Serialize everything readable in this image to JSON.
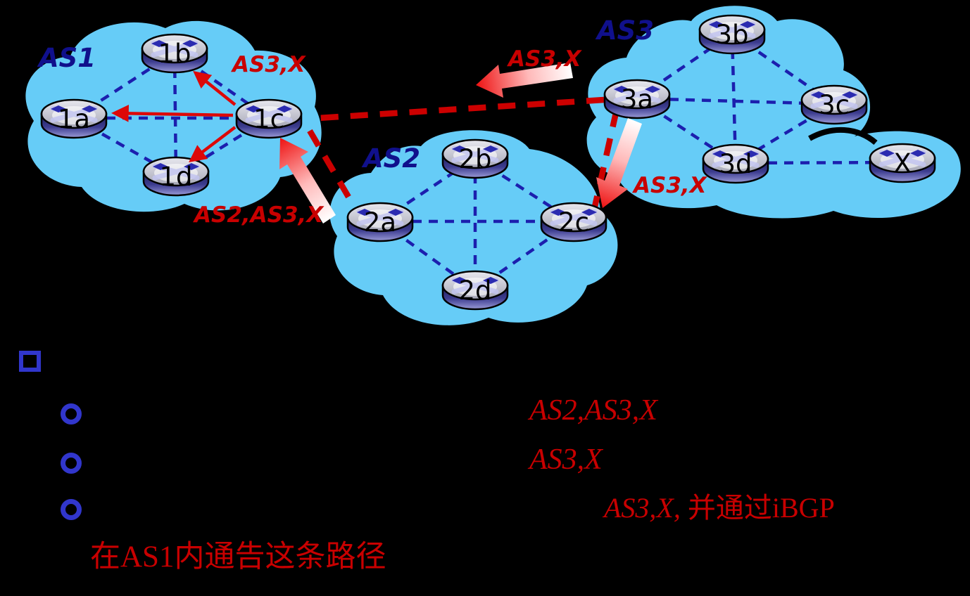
{
  "slide": {
    "background": "#000000"
  },
  "colors": {
    "cloud_fill": "#66ccf7",
    "ibgp_link_blue": "#1c1fae",
    "ebgp_dashed_red": "#cc0000",
    "advert_arrow_red": "#ee1111",
    "as_label_navy": "#10108c",
    "route_label_red": "#c80000",
    "bullet_blue": "#3136cc"
  },
  "diagram": {
    "as1": {
      "label": "AS1"
    },
    "as2": {
      "label": "AS2"
    },
    "as3": {
      "label": "AS3"
    },
    "routers": [
      {
        "id": "1a",
        "label": "1a"
      },
      {
        "id": "1b",
        "label": "1b"
      },
      {
        "id": "1c",
        "label": "1c"
      },
      {
        "id": "1d",
        "label": "1d"
      },
      {
        "id": "2a",
        "label": "2a"
      },
      {
        "id": "2b",
        "label": "2b"
      },
      {
        "id": "2c",
        "label": "2c"
      },
      {
        "id": "2d",
        "label": "2d"
      },
      {
        "id": "3a",
        "label": "3a"
      },
      {
        "id": "3b",
        "label": "3b"
      },
      {
        "id": "3c",
        "label": "3c"
      },
      {
        "id": "3d",
        "label": "3d"
      },
      {
        "id": "x",
        "label": "X"
      }
    ],
    "route_labels": {
      "near_1b": "AS3,X",
      "top_center": "AS3,X",
      "near_2c": "AS3,X",
      "near_1c": "AS2,AS3,X"
    }
  },
  "notes": {
    "line1_path": "AS2,AS3,X",
    "line2_path": "AS3,X",
    "line3_path": "AS3,X,",
    "line3_rest": " 并通过iBGP",
    "line4": "在AS1内通告这条路径"
  }
}
